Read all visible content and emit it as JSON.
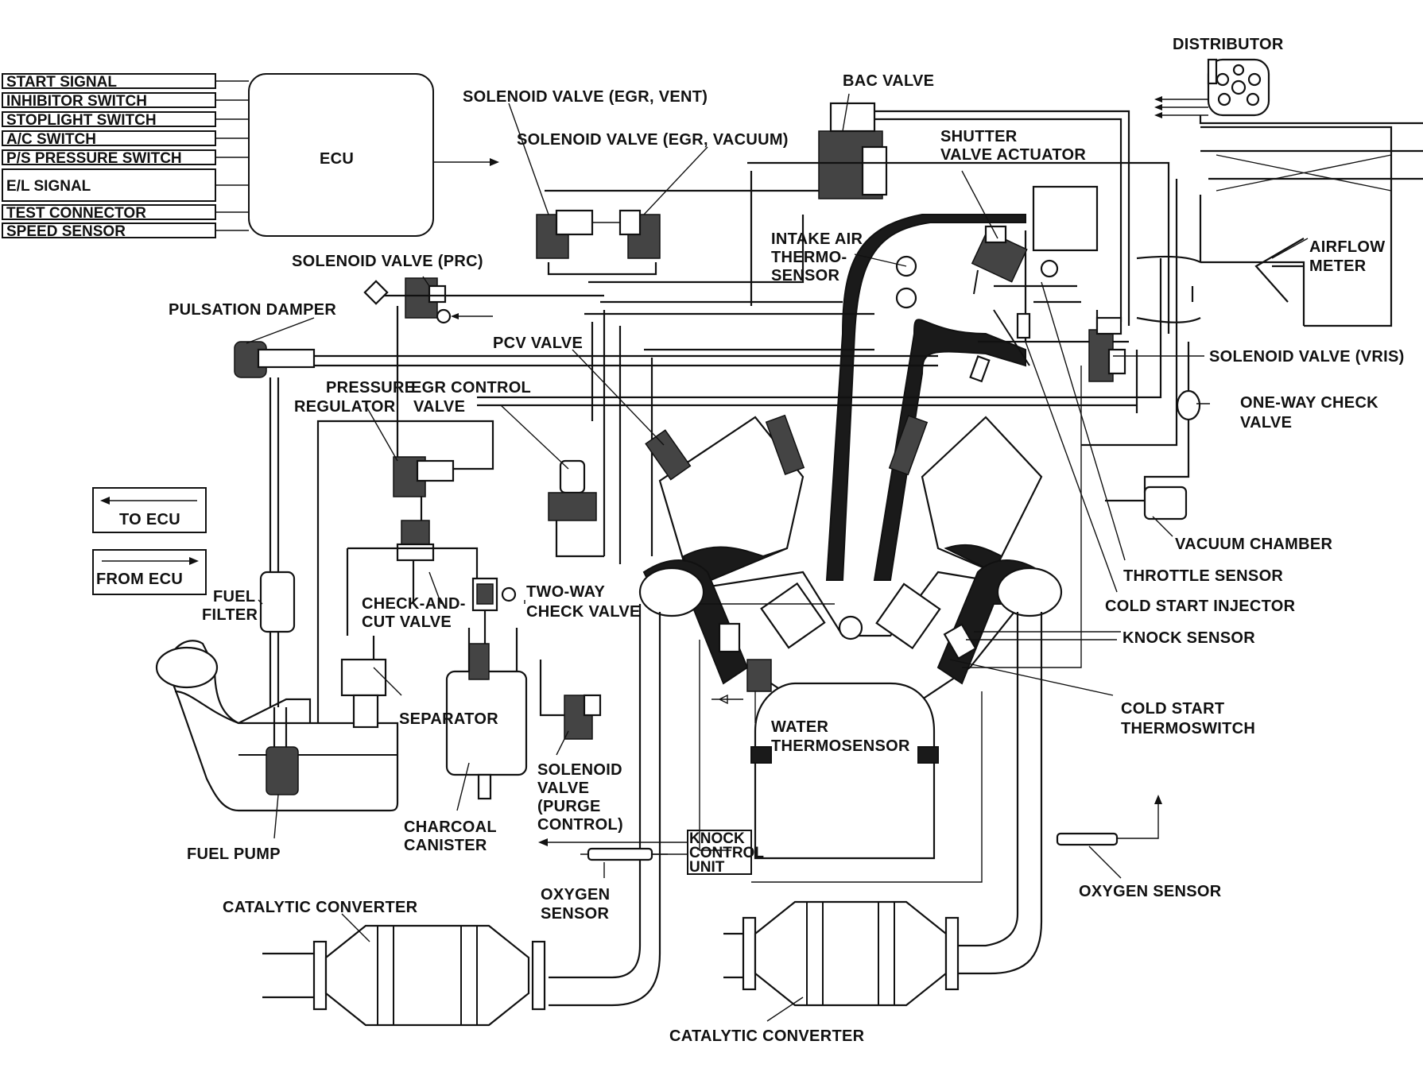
{
  "ecu": {
    "title": "ECU",
    "inputs": [
      "START SIGNAL",
      "INHIBITOR SWITCH",
      "STOPLIGHT SWITCH",
      "A/C SWITCH",
      "P/S PRESSURE SWITCH",
      "E/L SIGNAL",
      "TEST CONNECTOR",
      "SPEED SENSOR"
    ]
  },
  "legend": {
    "to_ecu": "TO ECU",
    "from_ecu": "FROM ECU"
  },
  "labels": {
    "distributor": "DISTRIBUTOR",
    "bac_valve": "BAC VALVE",
    "solenoid_egr_vent": "SOLENOID VALVE (EGR, VENT)",
    "solenoid_egr_vacuum": "SOLENOID VALVE (EGR, VACUUM)",
    "shutter_1": "SHUTTER",
    "shutter_2": "VALVE ACTUATOR",
    "intake_air_1": "INTAKE AIR",
    "intake_air_2": "THERMO-",
    "intake_air_3": "SENSOR",
    "airflow_1": "AIRFLOW",
    "airflow_2": "METER",
    "solenoid_prc": "SOLENOID VALVE (PRC)",
    "pulsation_damper": "PULSATION DAMPER",
    "pcv_valve": "PCV VALVE",
    "solenoid_vris": "SOLENOID VALVE (VRIS)",
    "pressure_reg_1": "PRESSURE",
    "pressure_reg_2": "REGULATOR",
    "egr_control_1": "EGR CONTROL",
    "egr_control_2": "VALVE",
    "one_way_1": "ONE-WAY CHECK",
    "one_way_2": "VALVE",
    "vacuum_chamber": "VACUUM CHAMBER",
    "throttle_sensor": "THROTTLE SENSOR",
    "cold_start_injector": "COLD START INJECTOR",
    "fuel_filter_1": "FUEL",
    "fuel_filter_2": "FILTER",
    "check_cut_1": "CHECK-AND-",
    "check_cut_2": "CUT VALVE",
    "two_way_1": "TWO-WAY",
    "two_way_2": "CHECK VALVE",
    "knock_sensor": "KNOCK SENSOR",
    "cold_thermo_1": "COLD START",
    "cold_thermo_2": "THERMOSWITCH",
    "separator": "SEPARATOR",
    "water_thermo_1": "WATER",
    "water_thermo_2": "THERMOSENSOR",
    "solenoid_purge_1": "SOLENOID",
    "solenoid_purge_2": "VALVE",
    "solenoid_purge_3": "(PURGE",
    "solenoid_purge_4": "CONTROL)",
    "charcoal_1": "CHARCOAL",
    "charcoal_2": "CANISTER",
    "fuel_pump": "FUEL PUMP",
    "knock_unit_1": "KNOCK",
    "knock_unit_2": "CONTROL",
    "knock_unit_3": "UNIT",
    "oxygen_left_1": "OXYGEN",
    "oxygen_left_2": "SENSOR",
    "oxygen_right": "OXYGEN SENSOR",
    "catalytic_left": "CATALYTIC CONVERTER",
    "catalytic_bottom": "CATALYTIC CONVERTER"
  }
}
